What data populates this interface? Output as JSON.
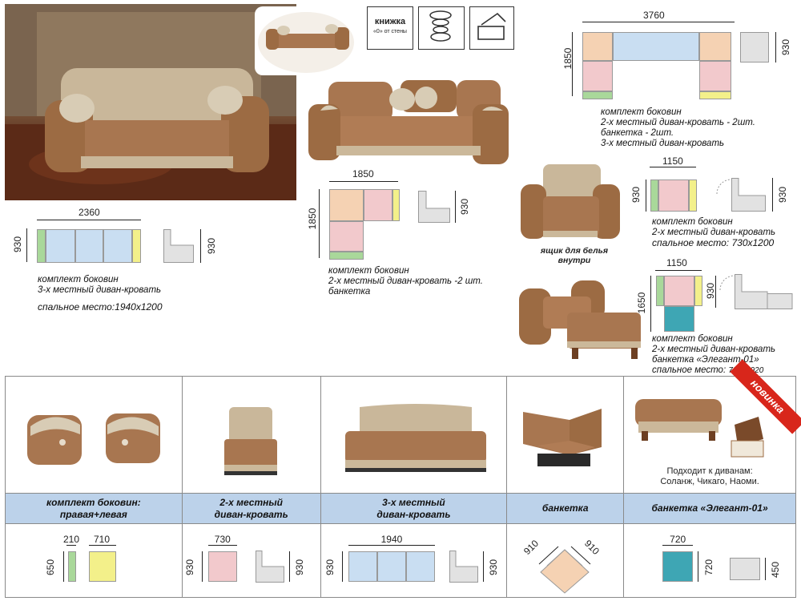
{
  "icons": {
    "mechanism_title": "книжка",
    "mechanism_sub": "«0» от стены",
    "spring_icon": "spring-block-icon",
    "box_icon": "storage-box-icon"
  },
  "sets": {
    "corner_big": {
      "width": "3760",
      "depth": "1850",
      "side": "930",
      "caption": [
        "комплект боковин",
        "2-х местный диван-кровать - 2шт.",
        "банкетка - 2шт.",
        "3-х местный диван-кровать"
      ]
    },
    "corner_small": {
      "width": "1850",
      "depth": "1850",
      "side": "930",
      "caption": [
        "комплект боковин",
        "2-х местный диван-кровать -2 шт.",
        "банкетка"
      ]
    },
    "sofa3": {
      "width": "2360",
      "depth": "930",
      "side": "930",
      "caption": [
        "комплект боковин",
        "3-х местный диван-кровать"
      ],
      "sleep": "спальное место:1940х1200"
    },
    "armchair": {
      "width": "1150",
      "depth": "930",
      "side": "930",
      "caption": [
        "комплект боковин",
        "2-х местный диван-кровать",
        "спальное место: 730х1200"
      ],
      "photo_note": [
        "ящик для белья",
        "внутри"
      ]
    },
    "armchair_bed": {
      "width": "1150",
      "depth": "1650",
      "side": "930",
      "caption": [
        "комплект боковин",
        "2-х местный диван-кровать",
        "банкетка «Элегант-01»"
      ],
      "sleep_label": "спальное место:",
      "sleep_value": "730х1920"
    }
  },
  "modules": {
    "badge": "новинка",
    "ottoman_note": [
      "Подходит к диванам:",
      "Соланж, Чикаго, Наоми."
    ],
    "headers": [
      [
        "комплект боковин:",
        "правая+левая"
      ],
      [
        "2-х местный",
        "диван-кровать"
      ],
      [
        "3-х местный",
        "диван-кровать"
      ],
      [
        "банкетка"
      ],
      [
        "банкетка «Элегант-01»"
      ]
    ],
    "dims": {
      "arm_w1": "210",
      "arm_w2": "710",
      "arm_h": "650",
      "seat2_w": "730",
      "seat2_h": "930",
      "seat2_side": "930",
      "seat3_w": "1940",
      "seat3_h": "930",
      "seat3_side": "930",
      "corner_a": "910",
      "corner_b": "910",
      "ott_w": "720",
      "ott_h": "720",
      "ott_side": "450"
    }
  },
  "colors": {
    "blue": "#c9def2",
    "pink": "#f2c9cc",
    "peach": "#f5d2b3",
    "green": "#a9d89a",
    "yellow": "#f3f08a",
    "grey": "#e2e2e2",
    "teal": "#3ea6b4",
    "sofa": "#9c6b43",
    "header": "#bcd2ea"
  }
}
